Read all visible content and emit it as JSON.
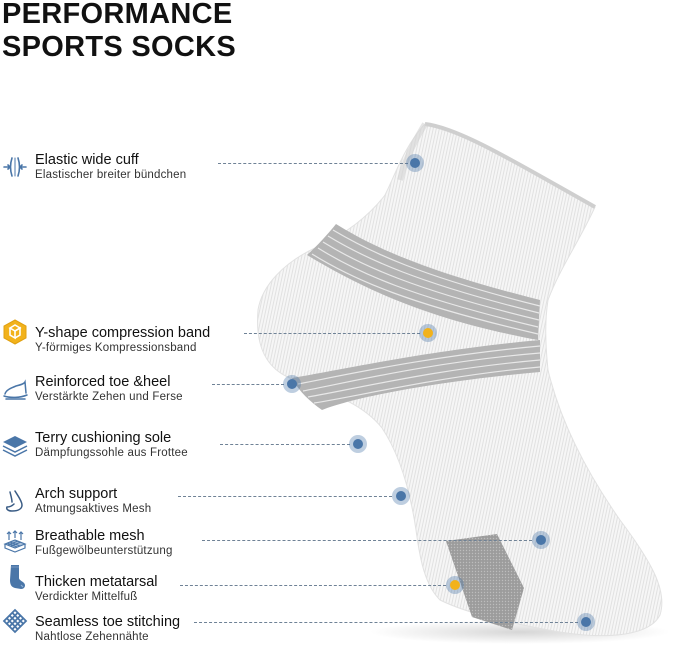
{
  "title": {
    "line1": "PERFORMANCE",
    "line2": "SPORTS SOCKS"
  },
  "colors": {
    "accent_blue": "#4a76a8",
    "accent_gold": "#f2b21b",
    "leader_line": "#6f8296",
    "band_gray": "#a9a9a9"
  },
  "features": [
    {
      "icon": "elastic-compress-icon",
      "en": "Elastic wide cuff",
      "de": "Elastischer breiter bündchen",
      "marker": "blue"
    },
    {
      "icon": "cube-icon",
      "en": "Y-shape compression band",
      "de": "Y-förmiges Kompressionsband",
      "marker": "gold"
    },
    {
      "icon": "foot-sole-icon",
      "en": "Reinforced toe &heel",
      "de": "Verstärkte Zehen und Ferse",
      "marker": "blue"
    },
    {
      "icon": "layers-icon",
      "en": "Terry cushioning sole",
      "de": "Dämpfungssohle aus Frottee",
      "marker": "blue"
    },
    {
      "icon": "foot-arch-icon",
      "en": "Arch support",
      "de": "Atmungsaktives Mesh",
      "marker": "blue"
    },
    {
      "icon": "mesh-airflow-icon",
      "en": "Breathable mesh",
      "de": "Fußgewölbeunterstützung",
      "marker": "blue"
    },
    {
      "icon": "sock-icon",
      "en": "Thicken metatarsal",
      "de": "Verdickter Mittelfuß",
      "marker": "gold"
    },
    {
      "icon": "knot-stitch-icon",
      "en": "Seamless toe stitching",
      "de": "Nahtlose Zehennähte",
      "marker": "blue"
    }
  ]
}
